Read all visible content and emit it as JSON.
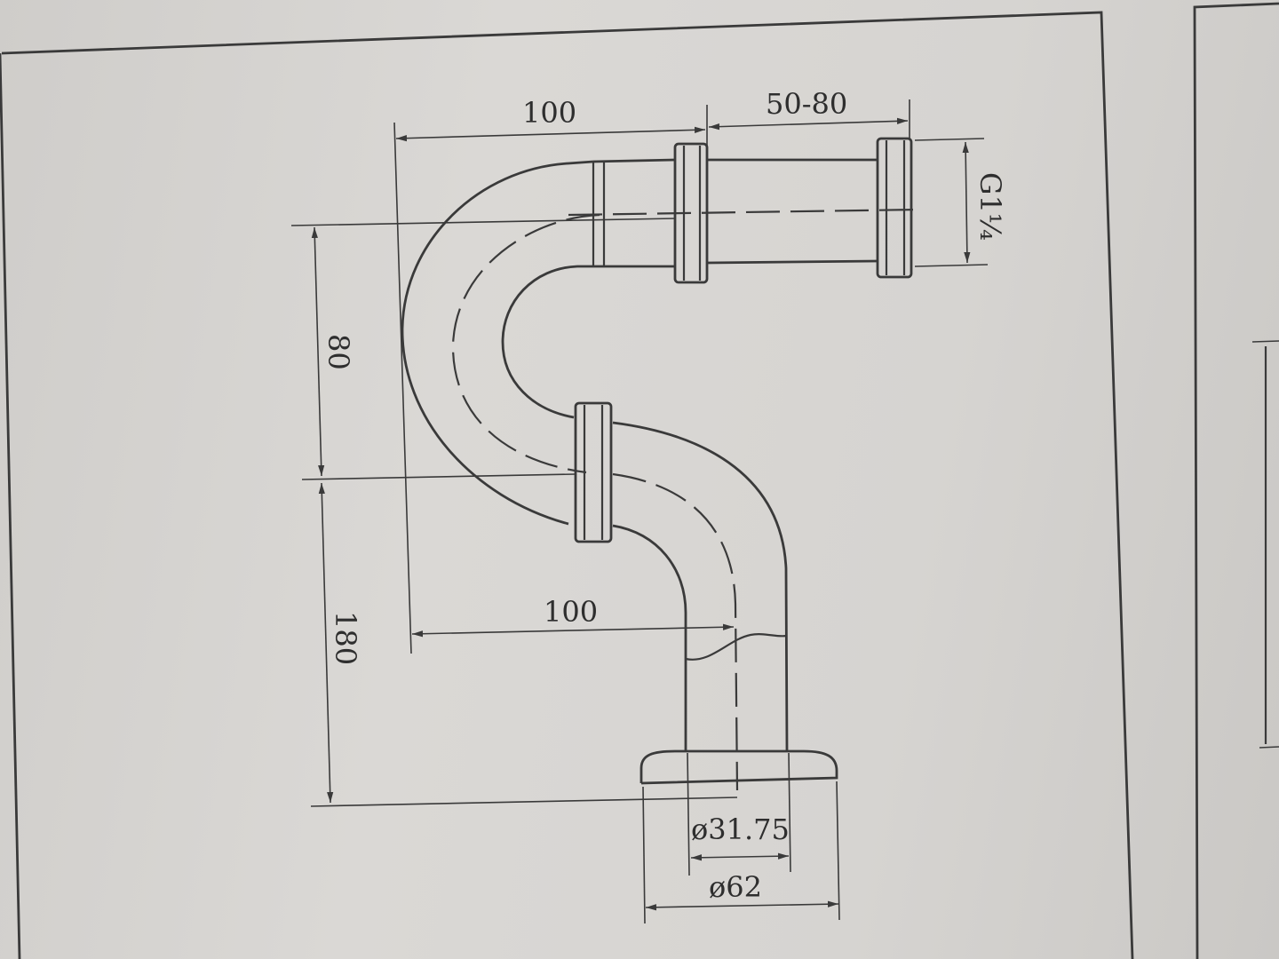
{
  "dimensions": {
    "top_width": "100",
    "top_extension": "50-80",
    "thread": "G1¼",
    "vertical_offset": "80",
    "bottom_width": "100",
    "bottom_height": "180",
    "inner_diameter": "ø31.75",
    "flange_diameter": "ø62"
  },
  "colors": {
    "paper": "#d6d4d1",
    "ink": "#3a3a3a",
    "nut": "#5a5a5a"
  }
}
